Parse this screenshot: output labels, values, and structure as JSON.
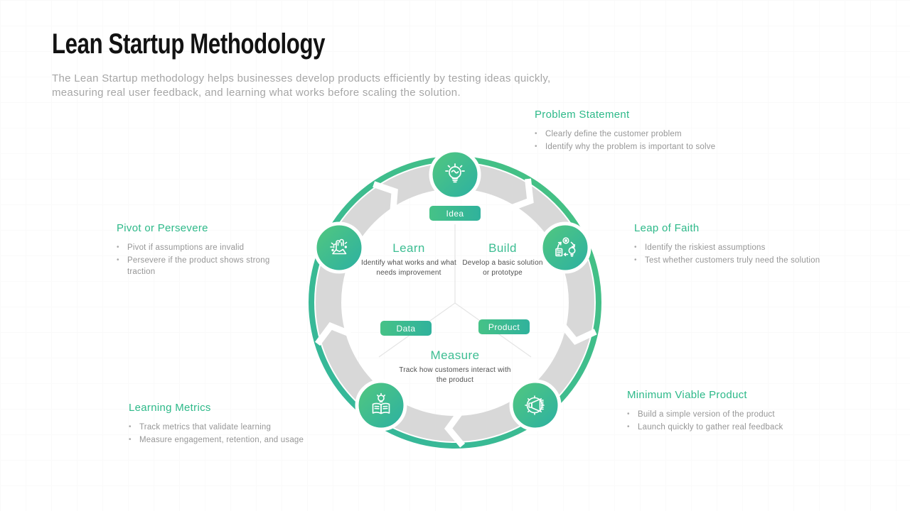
{
  "slide": {
    "title": "Lean Startup Methodology",
    "subtitle": "The Lean Startup methodology helps businesses develop products efficiently by testing ideas quickly,\nmeasuring real user feedback, and learning what works before scaling the solution."
  },
  "callouts": {
    "problem_statement": {
      "title": "Problem Statement",
      "bullets": [
        "Clearly define the customer problem",
        "Identify why the problem is important to solve"
      ]
    },
    "leap_of_faith": {
      "title": "Leap of Faith",
      "bullets": [
        "Identify the riskiest assumptions",
        "Test whether customers truly need the solution"
      ]
    },
    "minimum_viable_product": {
      "title": "Minimum Viable Product",
      "bullets": [
        "Build a simple version of the product",
        "Launch quickly to gather real feedback"
      ]
    },
    "learning_metrics": {
      "title": "Learning Metrics",
      "bullets": [
        "Track metrics that validate learning",
        "Measure engagement, retention, and usage"
      ]
    },
    "pivot_or_persevere": {
      "title": "Pivot or Persevere",
      "bullets": [
        "Pivot if assumptions are invalid",
        "Persevere if the product shows strong traction"
      ]
    }
  },
  "cycle": {
    "stages": {
      "learn": {
        "label": "Learn",
        "description": "Identify what works and what\nneeds improvement"
      },
      "build": {
        "label": "Build",
        "description": "Develop a basic solution\nor prototype"
      },
      "measure": {
        "label": "Measure",
        "description": "Track how customers interact with\nthe product"
      }
    },
    "pills": {
      "idea": "Idea",
      "data": "Data",
      "product": "Product"
    },
    "icons": [
      "idea-lightbulb-icon",
      "build-iteration-icon",
      "launch-megaphone-gear-icon",
      "learning-book-lightbulb-icon",
      "pivot-fist-icon"
    ],
    "flow_direction": "clockwise"
  },
  "colors": {
    "accent_green": "#2db989",
    "node_gradient_start": "#53c87e",
    "node_gradient_end": "#2bb0a3",
    "arrow_band_gray": "#d8d8d8",
    "title_text": "#121212",
    "body_text": "#9a9a9a"
  }
}
